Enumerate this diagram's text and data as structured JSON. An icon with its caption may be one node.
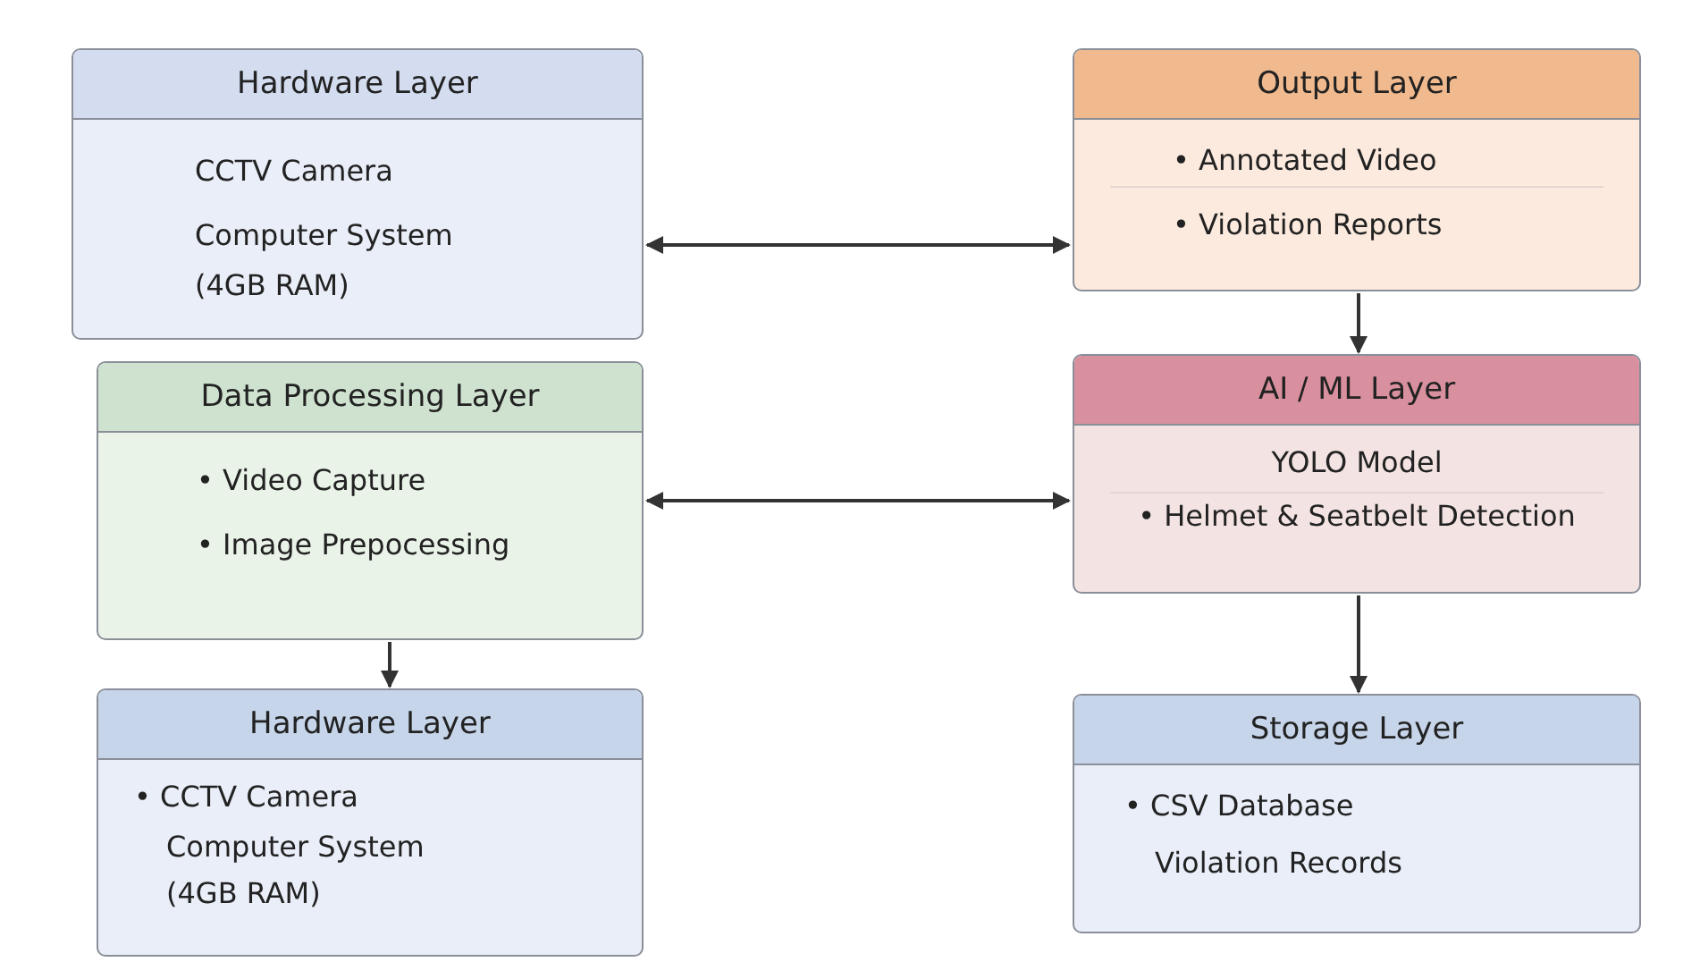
{
  "diagram": {
    "nodes": [
      {
        "text": [
          "Hardware Layer",
          "CCTV Camera",
          "Computer System",
          "(4GB RAM)"
        ]
      },
      {
        "text": [
          "Output Layer",
          "• Annotated Video",
          "• Violation Reports"
        ]
      },
      {
        "text": [
          "Data Processing Layer",
          "• Video Capture",
          "• Image Prepocessing"
        ]
      },
      {
        "text": [
          "AI / ML Layer",
          "YOLO Model",
          "• Helmet & Seatbelt Detection"
        ]
      },
      {
        "text": [
          "Hardware Layer",
          "• CCTV Camera",
          "Computer System",
          "(4GB RAM)"
        ]
      },
      {
        "text": [
          "Storage Layer",
          "• CSV Database",
          "Violation Records"
        ]
      }
    ],
    "edges": [
      {
        "from": 0,
        "to": 1,
        "arrow": "both"
      },
      {
        "from": 1,
        "to": 3,
        "arrow": "to"
      },
      {
        "from": 2,
        "to": 3,
        "arrow": "both"
      },
      {
        "from": 2,
        "to": 4,
        "arrow": "to"
      },
      {
        "from": 3,
        "to": 5,
        "arrow": "to"
      }
    ]
  }
}
